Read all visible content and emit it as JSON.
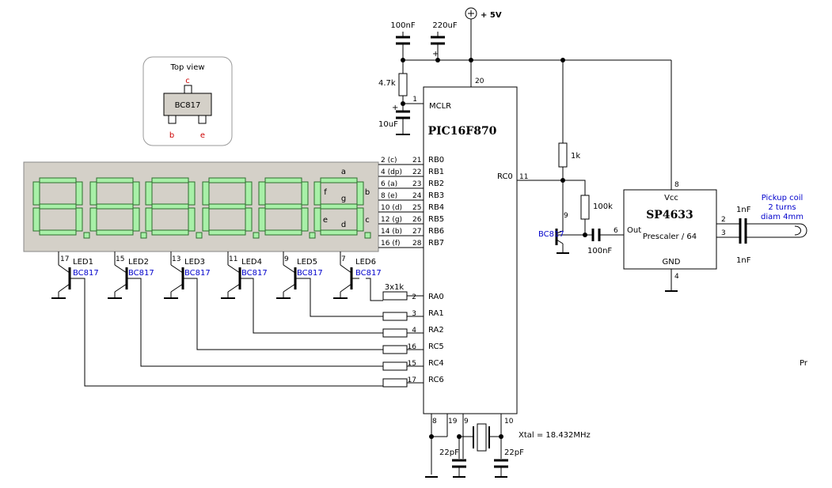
{
  "supply": {
    "label": "+ 5V"
  },
  "top_view": {
    "title": "Top view",
    "part": "BC817",
    "pin_c": "c",
    "pin_b": "b",
    "pin_e": "e"
  },
  "mcu": {
    "name": "PIC16F870",
    "vdd_pin": "20",
    "mclr": {
      "pin": "1",
      "name": "MCLR"
    },
    "rb_pins": [
      {
        "seg": "2 (c)",
        "pin": "21",
        "name": "RB0"
      },
      {
        "seg": "4 (dp)",
        "pin": "22",
        "name": "RB1"
      },
      {
        "seg": "6 (a)",
        "pin": "23",
        "name": "RB2"
      },
      {
        "seg": "8 (e)",
        "pin": "24",
        "name": "RB3"
      },
      {
        "seg": "10 (d)",
        "pin": "25",
        "name": "RB4"
      },
      {
        "seg": "12 (g)",
        "pin": "26",
        "name": "RB5"
      },
      {
        "seg": "14 (b)",
        "pin": "27",
        "name": "RB6"
      },
      {
        "seg": "16 (f)",
        "pin": "28",
        "name": "RB7"
      }
    ],
    "ra_pins": [
      {
        "pin": "2",
        "name": "RA0"
      },
      {
        "pin": "3",
        "name": "RA1"
      },
      {
        "pin": "4",
        "name": "RA2"
      },
      {
        "pin": "16",
        "name": "RC5"
      },
      {
        "pin": "15",
        "name": "RC4"
      },
      {
        "pin": "17",
        "name": "RC6"
      }
    ],
    "rc0": {
      "name": "RC0",
      "pin": "11"
    },
    "bottom_pins": [
      "8",
      "19",
      "9",
      "10"
    ]
  },
  "display": {
    "seg_labels": [
      "a",
      "f",
      "g",
      "b",
      "e",
      "c",
      "d"
    ]
  },
  "leds": [
    {
      "pin": "17",
      "name": "LED1",
      "part": "BC817"
    },
    {
      "pin": "15",
      "name": "LED2",
      "part": "BC817"
    },
    {
      "pin": "13",
      "name": "LED3",
      "part": "BC817"
    },
    {
      "pin": "11",
      "name": "LED4",
      "part": "BC817"
    },
    {
      "pin": "9",
      "name": "LED5",
      "part": "BC817"
    },
    {
      "pin": "7",
      "name": "LED6",
      "part": "BC817"
    }
  ],
  "components": {
    "c100nf_top": "100nF",
    "c220uf": "220uF",
    "plus_sign": "+",
    "r4k7": "4.7k",
    "c10uf": "10uF",
    "r1k": "1k",
    "r100k": "100k",
    "q_rc0": "BC817",
    "q_pin9": "9",
    "c100nf_out": "100nF",
    "r3x1k": "3x1k",
    "c22pf_a": "22pF",
    "c22pf_b": "22pF",
    "xtal": "Xtal = 18.432MHz"
  },
  "prescaler": {
    "name": "SP4633",
    "vcc": "Vcc",
    "vcc_pin": "8",
    "out": "Out",
    "out_pin": "6",
    "desc": "Prescaler / 64",
    "gnd": "GND",
    "gnd_pin": "4",
    "in_pin_a": "2",
    "in_pin_b": "3",
    "c1": "1nF",
    "c2": "1nF"
  },
  "coil": {
    "line1": "Pickup coil",
    "line2": "2 turns",
    "line3": "diam 4mm"
  },
  "stray": "Pr",
  "colors": {
    "display_bg": "#d4d0c8",
    "segment": "#a8f0a8",
    "segment_edge": "#2c6e2c",
    "box_border": "#9a9a9a",
    "blue_text": "#0000cc",
    "red_text": "#cc0000"
  }
}
